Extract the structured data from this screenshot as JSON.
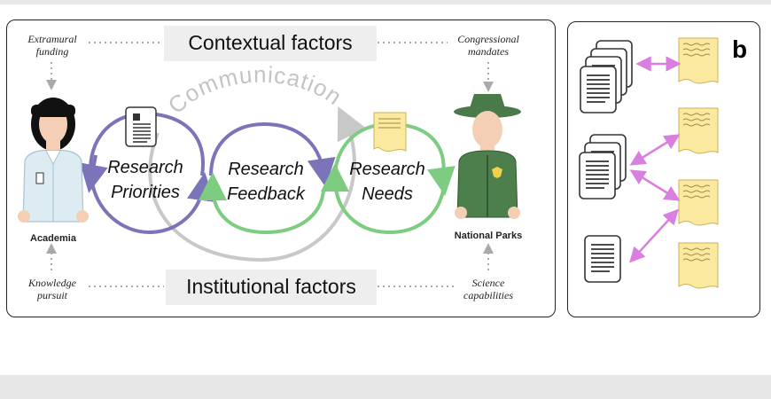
{
  "panel_a": {
    "contextual_factors": "Contextual factors",
    "institutional_factors": "Institutional factors",
    "extramural_funding": [
      "Extramural",
      "funding"
    ],
    "congressional_mandates": [
      "Congressional",
      "mandates"
    ],
    "knowledge_pursuit": [
      "Knowledge",
      "pursuit"
    ],
    "science_capabilities": [
      "Science",
      "capabilities"
    ],
    "academia": "Academia",
    "national_parks": "National Parks",
    "communication": "Communication",
    "research_priorities": [
      "Research",
      "Priorities"
    ],
    "research_feedback": [
      "Research",
      "Feedback"
    ],
    "research_needs": [
      "Research",
      "Needs"
    ]
  },
  "panel_b": {
    "letter": "b"
  },
  "colors": {
    "priorities_loop": "#7b74b8",
    "feedback_loop": "#7dcc82",
    "communication_arc": "#c8c8c8",
    "exchange_arrows": "#d97fe0",
    "note_fill": "#fbe9a0"
  },
  "icons": [
    "document-stack-icon",
    "note-icon",
    "academic-person-icon",
    "park-ranger-icon",
    "double-arrow-icon"
  ]
}
